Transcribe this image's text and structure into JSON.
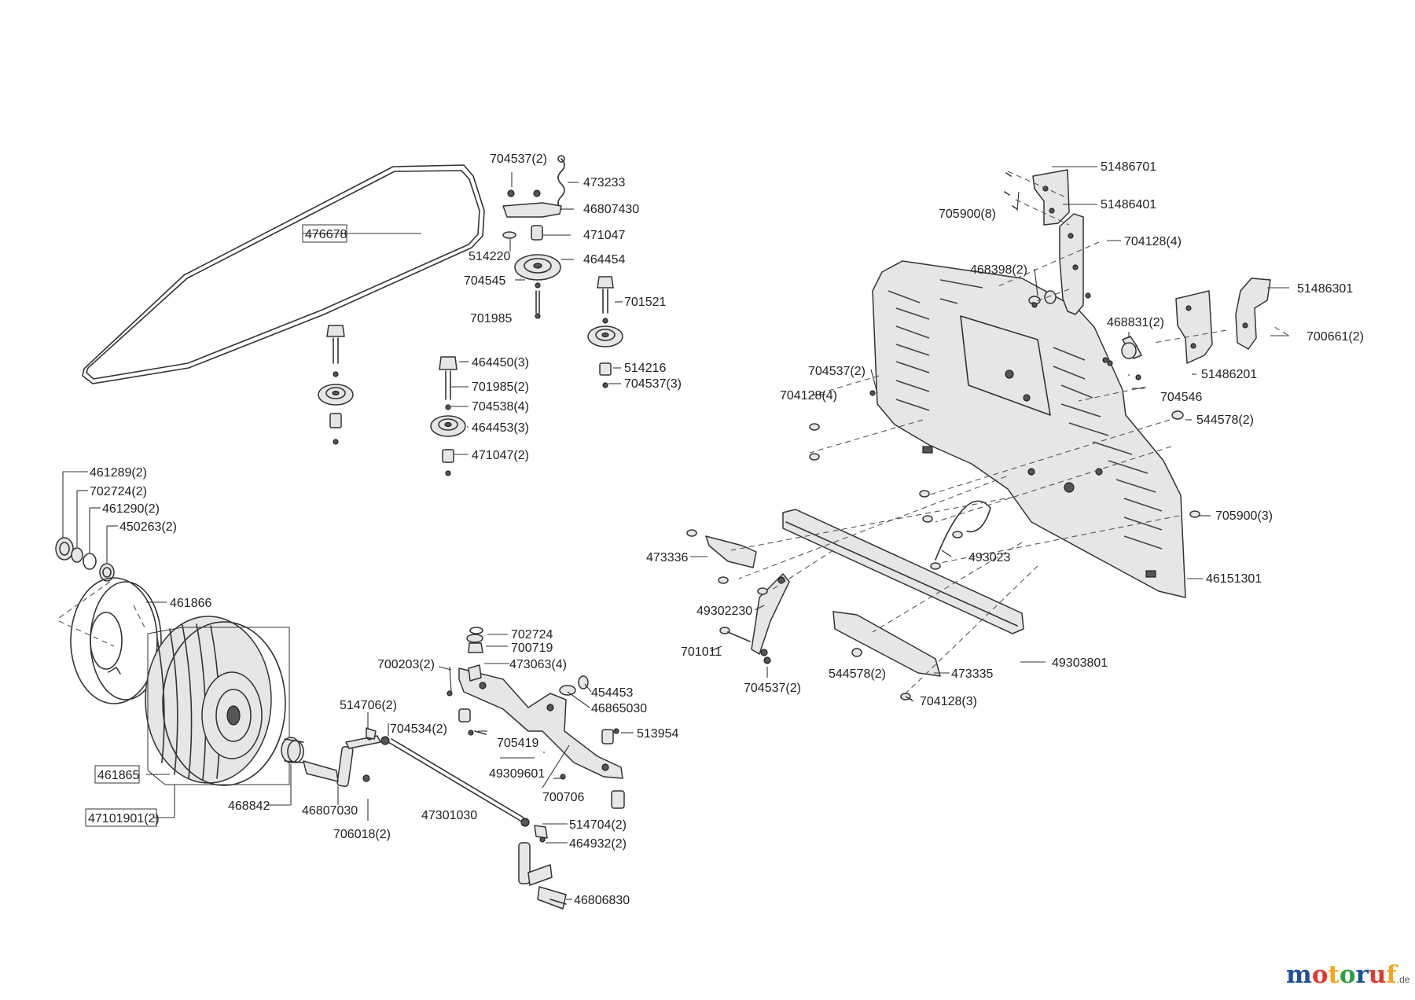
{
  "labels": [
    {
      "id": "476678",
      "text": "476678",
      "boxed": true
    },
    {
      "id": "704537_2_top",
      "text": "704537(2)"
    },
    {
      "id": "473233",
      "text": "473233"
    },
    {
      "id": "46807430",
      "text": "46807430"
    },
    {
      "id": "471047",
      "text": "471047"
    },
    {
      "id": "514220",
      "text": "514220"
    },
    {
      "id": "464454",
      "text": "464454"
    },
    {
      "id": "704545",
      "text": "704545"
    },
    {
      "id": "701521",
      "text": "701521"
    },
    {
      "id": "701985",
      "text": "701985"
    },
    {
      "id": "464450_3",
      "text": "464450(3)"
    },
    {
      "id": "514216",
      "text": "514216"
    },
    {
      "id": "701985_2",
      "text": "701985(2)"
    },
    {
      "id": "704537_3",
      "text": "704537(3)"
    },
    {
      "id": "704538_4",
      "text": "704538(4)"
    },
    {
      "id": "464453_3",
      "text": "464453(3)"
    },
    {
      "id": "471047_2",
      "text": "471047(2)"
    },
    {
      "id": "51486701",
      "text": "51486701"
    },
    {
      "id": "705900_8",
      "text": "705900(8)"
    },
    {
      "id": "51486401",
      "text": "51486401"
    },
    {
      "id": "704128_4_top",
      "text": "704128(4)"
    },
    {
      "id": "468398_2",
      "text": "468398(2)"
    },
    {
      "id": "51486301",
      "text": "51486301"
    },
    {
      "id": "468831_2",
      "text": "468831(2)"
    },
    {
      "id": "700661_2",
      "text": "700661(2)"
    },
    {
      "id": "704537_2_mid",
      "text": "704537(2)"
    },
    {
      "id": "51486201",
      "text": "51486201"
    },
    {
      "id": "704128_4_left",
      "text": "704128(4)"
    },
    {
      "id": "704546",
      "text": "704546"
    },
    {
      "id": "544578_2_right",
      "text": "544578(2)"
    },
    {
      "id": "705900_3",
      "text": "705900(3)"
    },
    {
      "id": "461289_2",
      "text": "461289(2)"
    },
    {
      "id": "702724_2",
      "text": "702724(2)"
    },
    {
      "id": "461290_2",
      "text": "461290(2)"
    },
    {
      "id": "450263_2",
      "text": "450263(2)"
    },
    {
      "id": "473336",
      "text": "473336"
    },
    {
      "id": "493023",
      "text": "493023"
    },
    {
      "id": "46151301",
      "text": "46151301"
    },
    {
      "id": "461866",
      "text": "461866"
    },
    {
      "id": "49302230",
      "text": "49302230"
    },
    {
      "id": "702724",
      "text": "702724"
    },
    {
      "id": "701011",
      "text": "701011"
    },
    {
      "id": "700719",
      "text": "700719"
    },
    {
      "id": "700203_2",
      "text": "700203(2)"
    },
    {
      "id": "473063_4",
      "text": "473063(4)"
    },
    {
      "id": "49303801",
      "text": "49303801"
    },
    {
      "id": "473335",
      "text": "473335"
    },
    {
      "id": "544578_2_left",
      "text": "544578(2)"
    },
    {
      "id": "704537_2_low",
      "text": "704537(2)"
    },
    {
      "id": "454453",
      "text": "454453"
    },
    {
      "id": "46865030",
      "text": "46865030"
    },
    {
      "id": "704128_3",
      "text": "704128(3)"
    },
    {
      "id": "514706_2",
      "text": "514706(2)"
    },
    {
      "id": "704534_2",
      "text": "704534(2)"
    },
    {
      "id": "513954",
      "text": "513954"
    },
    {
      "id": "705419",
      "text": "705419"
    },
    {
      "id": "49309601",
      "text": "49309601"
    },
    {
      "id": "461865",
      "text": "461865",
      "boxed": true
    },
    {
      "id": "700706",
      "text": "700706"
    },
    {
      "id": "468842",
      "text": "468842"
    },
    {
      "id": "46807030",
      "text": "46807030"
    },
    {
      "id": "47101901_2",
      "text": "47101901(2)",
      "boxed": true
    },
    {
      "id": "47301030",
      "text": "47301030"
    },
    {
      "id": "514704_2",
      "text": "514704(2)"
    },
    {
      "id": "706018_2",
      "text": "706018(2)"
    },
    {
      "id": "464932_2",
      "text": "464932(2)"
    },
    {
      "id": "46806830",
      "text": "46806830"
    }
  ],
  "watermark": {
    "letters": [
      {
        "ch": "m",
        "color": "#1f4e9c"
      },
      {
        "ch": "o",
        "color": "#e03a2f"
      },
      {
        "ch": "t",
        "color": "#f2a81d"
      },
      {
        "ch": "o",
        "color": "#2e9e44"
      },
      {
        "ch": "r",
        "color": "#1f4e9c"
      },
      {
        "ch": "u",
        "color": "#e03a2f"
      },
      {
        "ch": "f",
        "color": "#f2a81d"
      }
    ],
    "suffix": ".de"
  }
}
